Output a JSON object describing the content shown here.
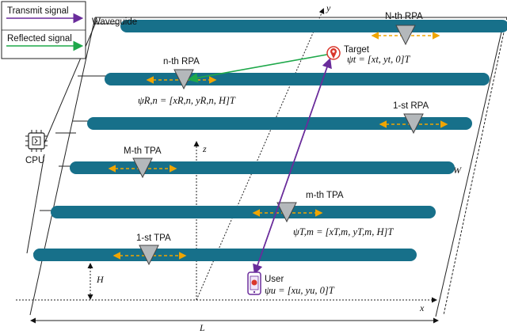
{
  "legend": {
    "transmit": "Transmit signal",
    "reflected": "Reflected signal"
  },
  "labels": {
    "waveguide": "Waveguide",
    "cpu": "CPU",
    "target": "Target",
    "user": "User",
    "rpa_n": "n-th RPA",
    "rpa_N": "N-th RPA",
    "rpa_1": "1-st RPA",
    "tpa_M": "M-th TPA",
    "tpa_m": "m-th TPA",
    "tpa_1": "1-st TPA"
  },
  "formulas": {
    "psi_target": "ψt = [xt, yt, 0]T",
    "psi_rpa": "ψR,n = [xR,n, yR,n, H]T",
    "psi_tpa": "ψT,m = [xT,m, yT,m, H]T",
    "psi_user": "ψu = [xu, yu, 0]T"
  },
  "axes": {
    "x": "x",
    "y": "y",
    "z": "z",
    "H": "H",
    "L": "L",
    "W": "W"
  },
  "colors": {
    "waveguide": "#17708A",
    "transmit": "#6A2C9B",
    "reflected": "#1EA84A",
    "antenna": "#B4B8BB",
    "dashes": "#F0A500",
    "target_icon": "#D9362B"
  },
  "icons": [
    "cpu-icon",
    "target-pin-icon",
    "user-phone-icon"
  ]
}
